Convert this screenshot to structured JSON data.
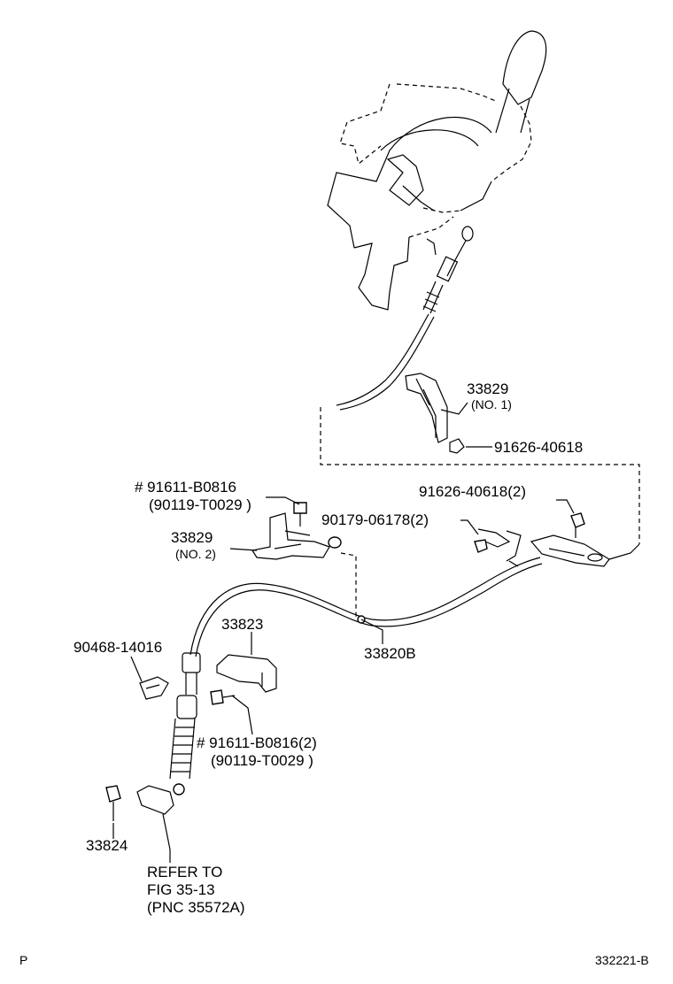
{
  "diagram": {
    "labels": {
      "p_33829_no1": "33829",
      "p_33829_no1_sub": "(NO. 1)",
      "p_91626_40618": "91626-40618",
      "p_91611_b0816": "#  91611-B0816",
      "p_90119_t0029": "(90119-T0029   )",
      "p_91626_40618_2": "91626-40618(2)",
      "p_90179_06178_2": "90179-06178(2)",
      "p_33829_no2": "33829",
      "p_33829_no2_sub": "(NO. 2)",
      "p_33823": "33823",
      "p_33820b": "33820B",
      "p_90468_14016": "90468-14016",
      "p_91611_b0816_2": "#  91611-B0816(2)",
      "p_90119_t0029_2": "(90119-T0029   )",
      "p_33824": "33824",
      "refer_line1": "REFER TO",
      "refer_line2": "FIG   35-13",
      "refer_line3": "(PNC 35572A)",
      "corner_left": "P",
      "corner_right": "332221-B"
    }
  }
}
